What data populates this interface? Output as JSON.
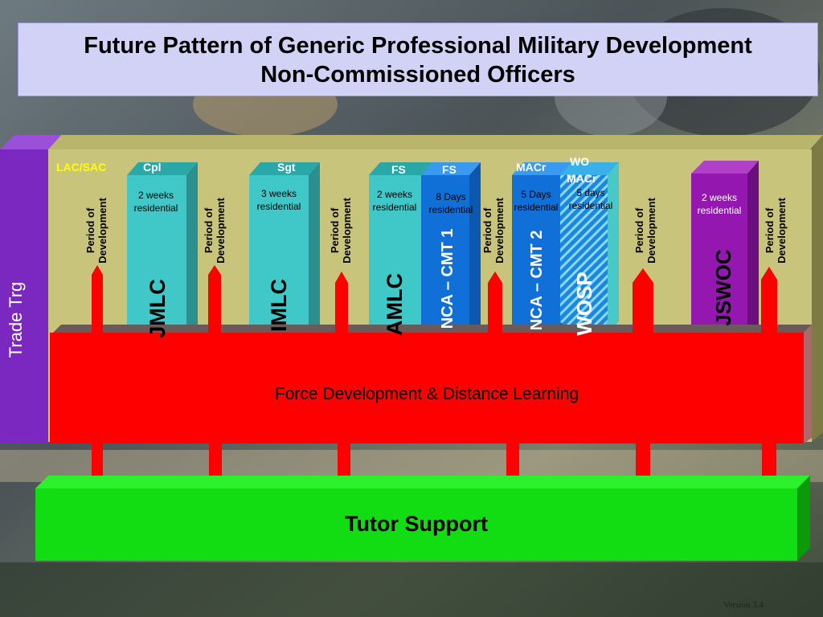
{
  "title": {
    "line1": "Future Pattern of Generic Professional Military Development",
    "line2": "Non-Commissioned Officers"
  },
  "left_bar": {
    "label": "Trade Trg"
  },
  "ranks": {
    "lac_sac": "LAC/SAC",
    "cpl": "Cpl",
    "sgt": "Sgt",
    "fs_1": "FS",
    "fs_2": "FS",
    "macr": "MACr",
    "wo_macr_line1": "WO",
    "wo_macr_line2": "MACr"
  },
  "durations": {
    "jmlc": [
      "2 weeks",
      "residential"
    ],
    "imlc": [
      "3 weeks",
      "residential"
    ],
    "amlc": [
      "2 weeks",
      "residential"
    ],
    "nca1": [
      "8 Days",
      "residential"
    ],
    "nca2": [
      "5 Days",
      "residential"
    ],
    "wosp": [
      "5 days",
      "residential"
    ],
    "jswoc": [
      "2 weeks",
      "residential"
    ]
  },
  "courses": {
    "jmlc": "JMLC",
    "imlc": "IMLC",
    "amlc": "AMLC",
    "nca1": "NCA – CMT 1",
    "nca2": "NCA – CMT 2",
    "wosp": "WOSP",
    "jswoc": "JSWOC"
  },
  "period_of_development": {
    "line1": "Period of",
    "line2": "Development"
  },
  "force_development": "Force Development & Distance Learning",
  "tutor_support": "Tutor Support",
  "version": "Version 3.4",
  "colors": {
    "title_bg": "#d2d2f6",
    "platform": "#c8c47c",
    "left_bar": "#7a28c0",
    "teal": "#40c8c8",
    "blue": "#1070d8",
    "purple": "#9418b0",
    "red": "#ff0000",
    "green": "#12dc12"
  }
}
